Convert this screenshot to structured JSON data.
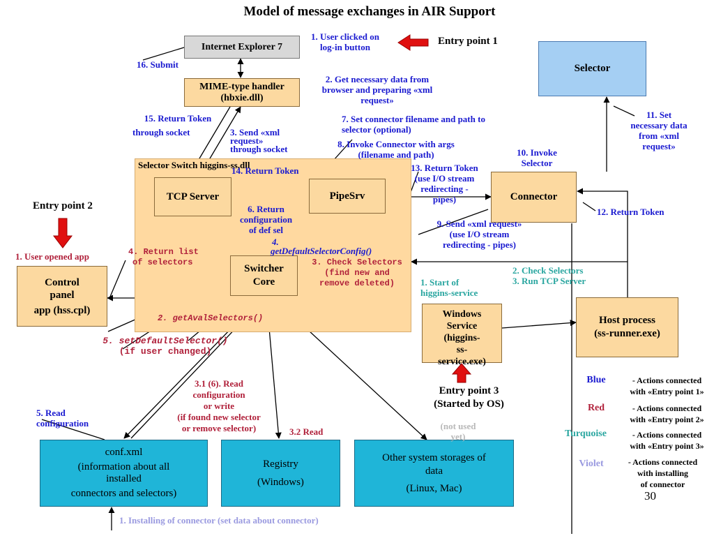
{
  "title": "Model of message exchanges in AIR Support",
  "slide_number": "30",
  "boxes": {
    "ie": "Internet Explorer 7",
    "mime": [
      "MIME-type handler",
      "(hbxie.dll)"
    ],
    "selector": "Selector",
    "switch_area": "Selector Switch higgins-ss.dll",
    "tcp_server": "TCP Server",
    "pipesrv": "PipeSrv",
    "connector": "Connector",
    "switcher_core": [
      "Switcher",
      "Core"
    ],
    "control_panel": [
      "Control",
      "panel",
      "app (hss.cpl)"
    ],
    "windows_service": [
      "Windows",
      "Service",
      "(higgins-",
      "ss-",
      "service.exe)"
    ],
    "host_process": [
      "Host process",
      "(ss-runner.exe)"
    ],
    "conf_xml": [
      "conf.xml",
      "(information about all",
      "installed",
      "connectors and selectors)"
    ],
    "registry": [
      "Registry",
      "(Windows)"
    ],
    "other_storage": [
      "Other system storages of",
      "data",
      "(Linux, Mac)"
    ]
  },
  "entry_points": {
    "ep1": "Entry point 1",
    "ep2": "Entry point 2",
    "ep3": [
      "Entry point 3",
      "(Started by OS)"
    ]
  },
  "labels": {
    "l1_user_clicked": [
      "1. User clicked on",
      "log-in button"
    ],
    "l16_submit": "16. Submit",
    "l2_get_data": [
      "2. Get necessary data from",
      "browser and preparing «xml",
      "request»"
    ],
    "l15_return_token": [
      "15. Return Token",
      "through socket"
    ],
    "l3_send_xml": [
      "3. Send «xml",
      "request»",
      "through socket"
    ],
    "l7_set_connector": [
      "7. Set connector filename and path to",
      "selector (optional)"
    ],
    "l8_invoke_connector": [
      "8. Invoke Connector with args",
      "(filename and path)"
    ],
    "l14_return_token": "14. Return Token",
    "l13_return_token": [
      "13. Return Token",
      "(use I/O stream",
      "redirecting -",
      "pipes)"
    ],
    "l10_invoke_selector": [
      "10. Invoke",
      "Selector"
    ],
    "l11_set_data": [
      "11. Set",
      "necessary data",
      "from «xml",
      "request»"
    ],
    "l12_return_token": "12. Return Token",
    "l9_send_xml": [
      "9. Send «xml request»",
      "(use I/O stream",
      "redirecting - pipes)"
    ],
    "l6_return_config": [
      "6. Return",
      "configuration",
      "of def sel"
    ],
    "l4_getdefault": [
      "4.",
      "getDefaultSelectorConfig()"
    ],
    "l1_user_opened": "1. User opened app",
    "l4_return_list": [
      "4. Return list",
      "of selectors"
    ],
    "l3_check_selectors": [
      "3. Check Selectors",
      "(find new and",
      "remove deleted)"
    ],
    "l2_check_run": [
      "2. Check Selectors",
      "3. Run TCP Server"
    ],
    "l1_start_service": [
      "1. Start of",
      "higgins-service"
    ],
    "l2_getaval": "2. getAvalSelectors()",
    "l5_setdefault": [
      "5. setDefaultSelector()",
      "(if user changed)"
    ],
    "l31_read": [
      "3.1 (6). Read",
      "configuration",
      "or write",
      "(if found new selector",
      "or remove selector)"
    ],
    "l32_read": "3.2 Read",
    "l5_read_conf": [
      "5. Read",
      "configuration"
    ],
    "l_not_used": [
      "(not used",
      "yet)"
    ],
    "l1_installing": "1. Installing of connector (set data about connector)"
  },
  "legend": [
    {
      "name": "Blue",
      "desc": [
        "- Actions connected",
        "with «Entry point 1»"
      ],
      "color": "#1a1ad0"
    },
    {
      "name": "Red",
      "desc": [
        "- Actions connected",
        "with «Entry point 2»"
      ],
      "color": "#b0203a"
    },
    {
      "name": "Turquoise",
      "desc": [
        "- Actions connected",
        "with «Entry point 3»"
      ],
      "color": "#2aa6a0"
    },
    {
      "name": "Violet",
      "desc": [
        "- Actions connected",
        "with installing",
        "of connector"
      ],
      "color": "#9a9ae0"
    }
  ],
  "colors": {
    "box_beige": "#fcd9a0",
    "box_blue": "#1fb5d8",
    "selector_blue": "#a5cff3",
    "switch_area": "#ffd9a0",
    "arrow_red": "#e01010"
  }
}
